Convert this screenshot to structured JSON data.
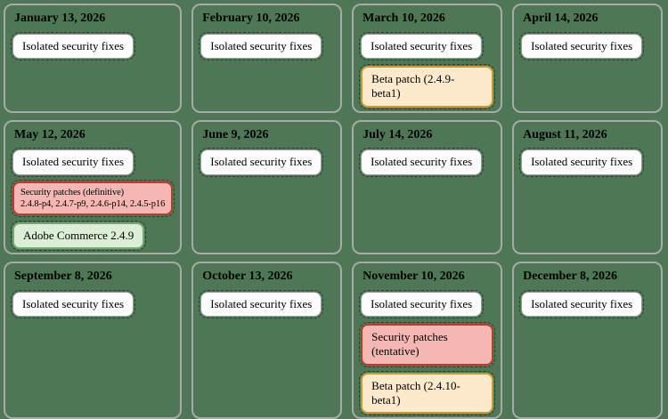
{
  "palette": {
    "background": "#4e7756",
    "card_border": "#a9a9a9",
    "badge_white_bg": "#fcfcfc",
    "badge_white_border": "#979797",
    "badge_beta_bg": "#fdeacd",
    "badge_beta_border": "#cf982e",
    "badge_pink_bg": "#f4b7b3",
    "badge_pink_border": "#bd3a2d",
    "badge_green_bg": "#dcefd6",
    "badge_green_border": "#78a86f",
    "text": "#000000"
  },
  "months": [
    {
      "title": "January 13, 2026",
      "badges": [
        {
          "label": "Isolated security fixes",
          "type": "white"
        }
      ]
    },
    {
      "title": "February 10, 2026",
      "badges": [
        {
          "label": "Isolated security fixes",
          "type": "white"
        }
      ]
    },
    {
      "title": "March 10, 2026",
      "badges": [
        {
          "label": "Isolated security fixes",
          "type": "white"
        },
        {
          "label": "Beta patch (2.4.9-beta1)",
          "type": "beta"
        }
      ]
    },
    {
      "title": "April 14, 2026",
      "badges": [
        {
          "label": "Isolated security fixes",
          "type": "white"
        }
      ]
    },
    {
      "title": "May 12, 2026",
      "badges": [
        {
          "label": "Isolated security fixes",
          "type": "white"
        },
        {
          "label": "Security patches (definitive)",
          "sublabel": "2.4.8-p4, 2.4.7-p9, 2.4.6-p14, 2.4.5-p16",
          "type": "pink"
        },
        {
          "label": "Adobe Commerce 2.4.9",
          "type": "green"
        }
      ]
    },
    {
      "title": "June 9, 2026",
      "badges": [
        {
          "label": "Isolated security fixes",
          "type": "white"
        }
      ]
    },
    {
      "title": "July 14, 2026",
      "badges": [
        {
          "label": "Isolated security fixes",
          "type": "white"
        }
      ]
    },
    {
      "title": "August 11, 2026",
      "badges": [
        {
          "label": "Isolated security fixes",
          "type": "white"
        }
      ]
    },
    {
      "title": "September 8, 2026",
      "badges": [
        {
          "label": "Isolated security fixes",
          "type": "white"
        }
      ]
    },
    {
      "title": "October 13, 2026",
      "badges": [
        {
          "label": "Isolated security fixes",
          "type": "white"
        }
      ]
    },
    {
      "title": "November 10, 2026",
      "badges": [
        {
          "label": "Isolated security fixes",
          "type": "white"
        },
        {
          "label": "Security patches (tentative)",
          "type": "pink"
        },
        {
          "label": "Beta patch (2.4.10-beta1)",
          "type": "beta"
        }
      ]
    },
    {
      "title": "December 8, 2026",
      "badges": [
        {
          "label": "Isolated security fixes",
          "type": "white"
        }
      ]
    }
  ]
}
